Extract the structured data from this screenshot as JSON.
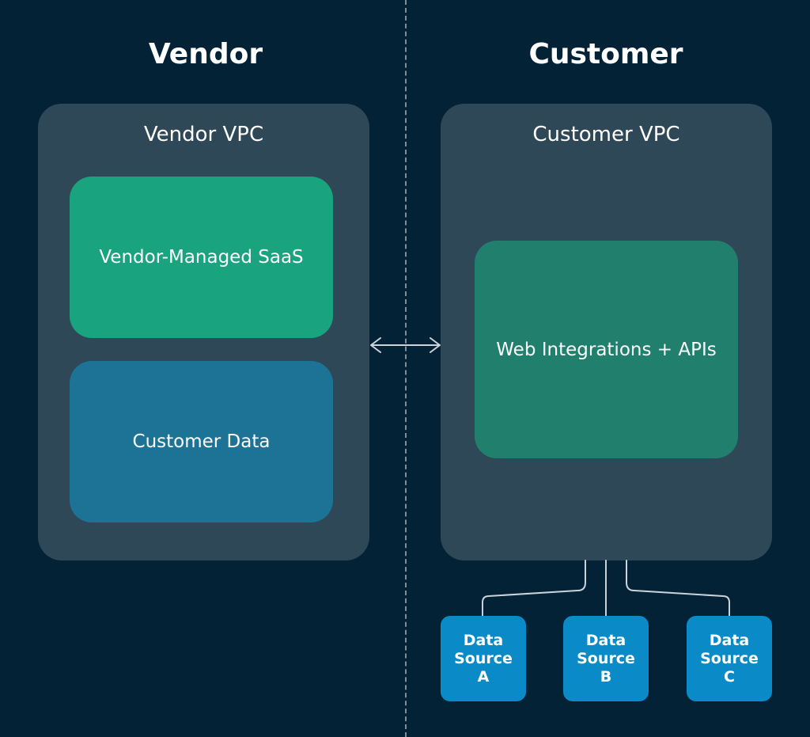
{
  "headings": {
    "vendor": "Vendor",
    "customer": "Customer"
  },
  "vendor_vpc": {
    "title": "Vendor VPC",
    "saas": "Vendor-Managed SaaS",
    "customer_data": "Customer Data"
  },
  "customer_vpc": {
    "title": "Customer VPC",
    "web": "Web Integrations + APIs"
  },
  "data_sources": [
    {
      "line1": "Data",
      "line2": "Source",
      "line3": "A"
    },
    {
      "line1": "Data",
      "line2": "Source",
      "line3": "B"
    },
    {
      "line1": "Data",
      "line2": "Source",
      "line3": "C"
    }
  ],
  "colors": {
    "background": "#032236",
    "vpc": "#2f4858",
    "saas": "#19a37f",
    "customer_data": "#1c7396",
    "web_integrations": "#217f6d",
    "data_source": "#0a8bc7",
    "connector": "#c9d3d9"
  }
}
